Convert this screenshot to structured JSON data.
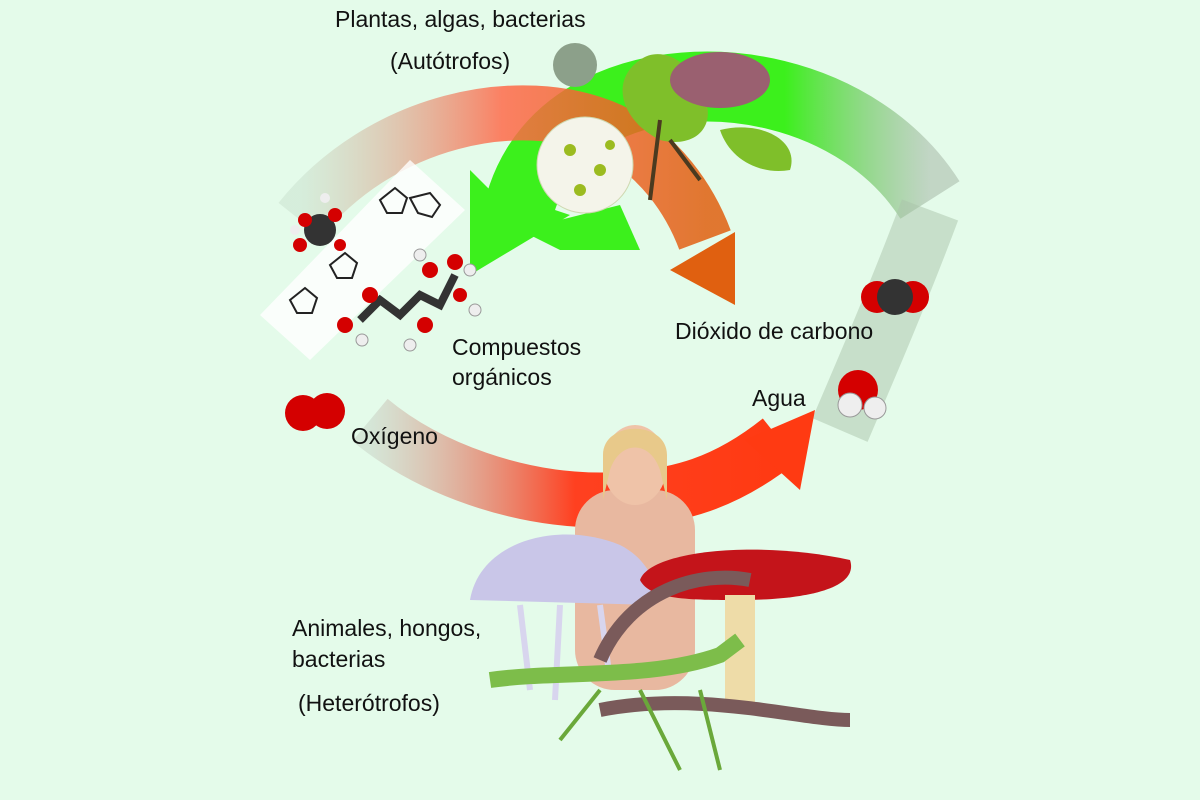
{
  "autotrophs": {
    "title": "Plantas, algas, bacterias",
    "subtitle": "(Autótrofos)"
  },
  "heterotrophs": {
    "line1": "Animales, hongos,",
    "line2": "bacterias",
    "subtitle": "(Heterótrofos)"
  },
  "labels": {
    "organic_line1": "Compuestos",
    "organic_line2": "orgánicos",
    "oxygen": "Oxígeno",
    "co2": "Dióxido de carbono",
    "water": "Agua"
  },
  "colors": {
    "background": "#e4fbea",
    "green_arrow": "#3cf01c",
    "red_arrow": "#ff3a12",
    "oxygen_atom": "#d40000",
    "carbon_atom": "#333333",
    "hydrogen_atom": "#eeeeee"
  }
}
